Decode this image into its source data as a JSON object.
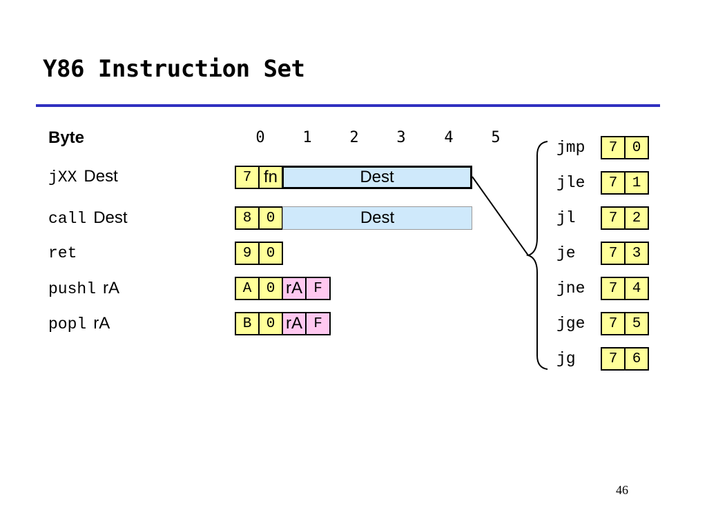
{
  "title": "Y86 Instruction Set",
  "header": {
    "byte_label": "Byte",
    "byte_numbers": [
      "0",
      "1",
      "2",
      "3",
      "4",
      "5"
    ]
  },
  "instructions": [
    {
      "mnemonic": "jXX",
      "operand": "Dest",
      "fields": [
        "7",
        "fn",
        "Dest"
      ]
    },
    {
      "mnemonic": "call",
      "operand": "Dest",
      "fields": [
        "8",
        "0",
        "Dest"
      ]
    },
    {
      "mnemonic": "ret",
      "operand": "",
      "fields": [
        "9",
        "0"
      ]
    },
    {
      "mnemonic": "pushl",
      "operand": "rA",
      "fields": [
        "A",
        "0",
        "rA",
        "F"
      ]
    },
    {
      "mnemonic": "popl",
      "operand": "rA",
      "fields": [
        "B",
        "0",
        "rA",
        "F"
      ]
    }
  ],
  "jumps": [
    {
      "name": "jmp",
      "code": [
        "7",
        "0"
      ]
    },
    {
      "name": "jle",
      "code": [
        "7",
        "1"
      ]
    },
    {
      "name": "jl",
      "code": [
        "7",
        "2"
      ]
    },
    {
      "name": "je",
      "code": [
        "7",
        "3"
      ]
    },
    {
      "name": "jne",
      "code": [
        "7",
        "4"
      ]
    },
    {
      "name": "jge",
      "code": [
        "7",
        "5"
      ]
    },
    {
      "name": "jg",
      "code": [
        "7",
        "6"
      ]
    }
  ],
  "page_number": "46",
  "colors": {
    "rule": "#3030c0",
    "opcode_fill": "#ffff99",
    "register_fill": "#ffc8f0",
    "dest_fill": "#cfe9fb"
  }
}
